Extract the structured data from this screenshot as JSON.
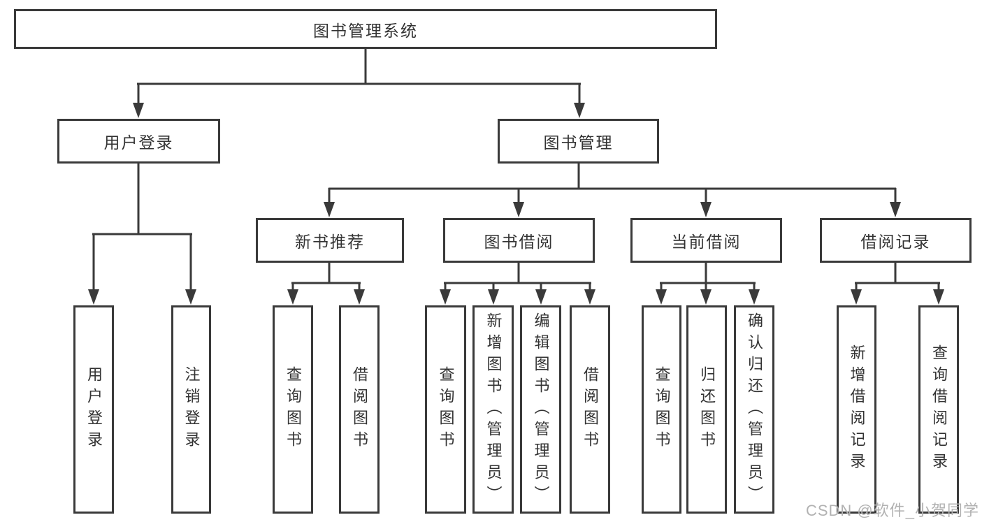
{
  "diagram": {
    "root": {
      "label": "图书管理系统"
    },
    "level2": {
      "user_login": {
        "label": "用户登录"
      },
      "book_management": {
        "label": "图书管理"
      }
    },
    "level3": {
      "new_book_recommend": {
        "label": "新书推荐"
      },
      "book_borrowing": {
        "label": "图书借阅"
      },
      "current_borrowing": {
        "label": "当前借阅"
      },
      "borrowing_records": {
        "label": "借阅记录"
      }
    },
    "leaves": {
      "user_login_leaf": {
        "label": "用户登录"
      },
      "logout_leaf": {
        "label": "注销登录"
      },
      "recommend_query_books": {
        "label": "查询图书"
      },
      "recommend_borrow_books": {
        "label": "借阅图书"
      },
      "borrowing_query_books": {
        "label": "查询图书"
      },
      "add_books_admin": {
        "label": "新增图书（管理员）"
      },
      "edit_books_admin": {
        "label": "编辑图书（管理员）"
      },
      "borrowing_borrow_books": {
        "label": "借阅图书"
      },
      "current_query_books": {
        "label": "查询图书"
      },
      "return_books": {
        "label": "归还图书"
      },
      "confirm_return_admin": {
        "label": "确认归还（管理员）"
      },
      "add_borrow_record": {
        "label": "新增借阅记录"
      },
      "query_borrow_record": {
        "label": "查询借阅记录"
      }
    }
  },
  "watermark": {
    "text": "CSDN @软件_小贺同学"
  }
}
